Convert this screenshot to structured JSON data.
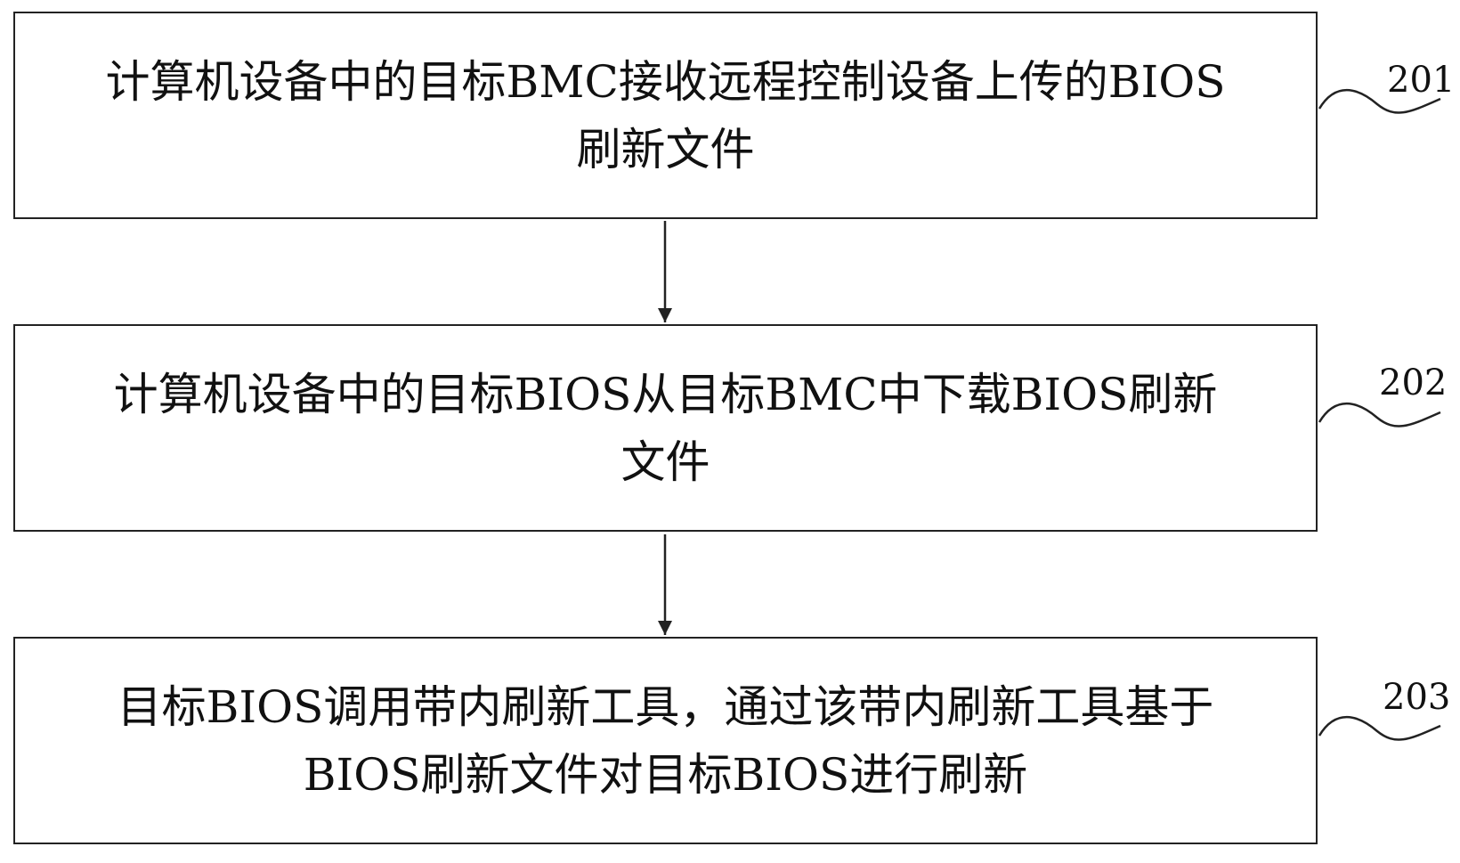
{
  "steps": [
    {
      "label": "201",
      "text": "计算机设备中的目标BMC接收远程控制设备上传的BIOS\n刷新文件"
    },
    {
      "label": "202",
      "text": "计算机设备中的目标BIOS从目标BMC中下载BIOS刷新\n文件"
    },
    {
      "label": "203",
      "text": "目标BIOS调用带内刷新工具，通过该带内刷新工具基于\nBIOS刷新文件对目标BIOS进行刷新"
    }
  ]
}
